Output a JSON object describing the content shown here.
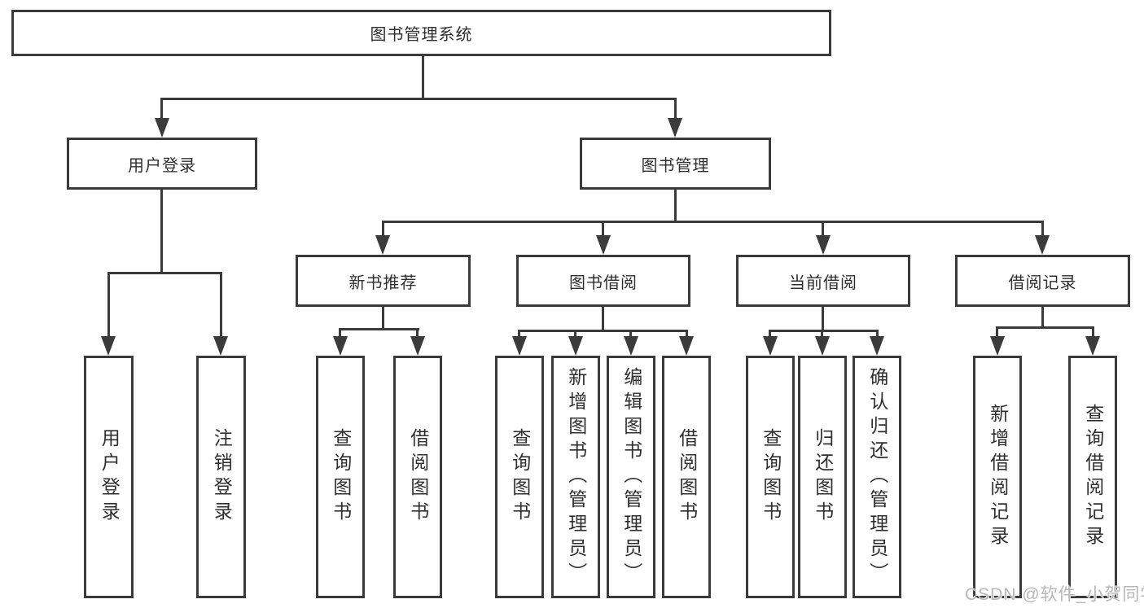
{
  "diagram": {
    "title": "图书管理系统",
    "user_branch": {
      "label": "用户登录",
      "children": [
        "用户登录",
        "注销登录"
      ]
    },
    "mgmt_branch": {
      "label": "图书管理",
      "groups": [
        {
          "label": "新书推荐",
          "children": [
            "查询图书",
            "借阅图书"
          ]
        },
        {
          "label": "图书借阅",
          "children": [
            "查询图书",
            "新增图书（管理员）",
            "编辑图书（管理员）",
            "借阅图书"
          ]
        },
        {
          "label": "当前借阅",
          "children": [
            "查询图书",
            "归还图书",
            "确认归还（管理员）"
          ]
        },
        {
          "label": "借阅记录",
          "children": [
            "新增借阅记录",
            "查询借阅记录"
          ]
        }
      ]
    },
    "colors": {
      "line": "#3b3b3b",
      "text": "#2f2f2f",
      "watermark": "#b7b7b7",
      "background": "#ffffff"
    }
  },
  "watermark": "CSDN @软件_小贺同学"
}
